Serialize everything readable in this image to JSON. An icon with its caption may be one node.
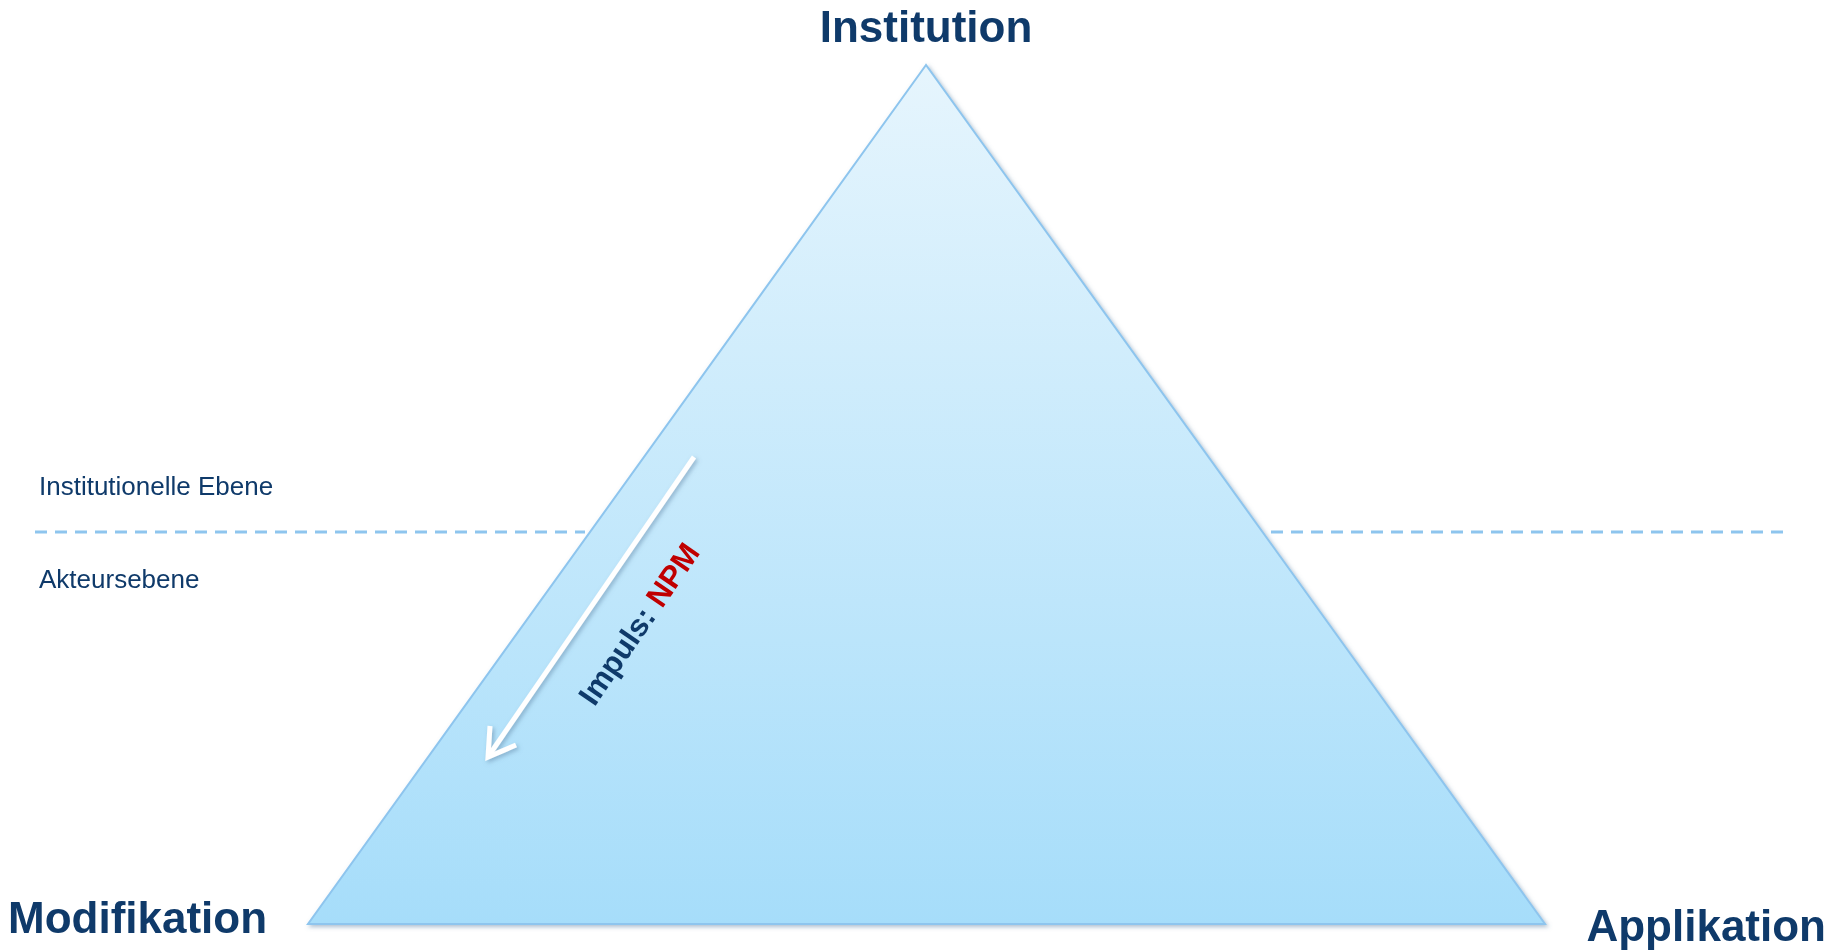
{
  "diagram": {
    "labels": [
      "Institution",
      "Institutionelle Ebene",
      "Akteursebene",
      "Impuls:",
      "NPM",
      "Modifikation",
      "Applikation"
    ]
  }
}
